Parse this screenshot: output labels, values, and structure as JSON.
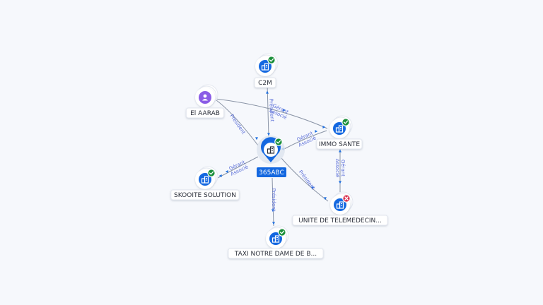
{
  "graph": {
    "center": {
      "label": "365ABC",
      "type": "company",
      "status": "active"
    },
    "nodes": [
      {
        "id": "c2m",
        "label": "C2M",
        "type": "company",
        "status": "active"
      },
      {
        "id": "elaarab",
        "label": "El AARAB",
        "type": "person",
        "status": "none"
      },
      {
        "id": "immo",
        "label": "IMMO SANTE",
        "type": "company",
        "status": "active"
      },
      {
        "id": "skooite",
        "label": "SKOOITE SOLUTION",
        "type": "company",
        "status": "active"
      },
      {
        "id": "unite",
        "label": "UNITE DE TELEMEDECIN...",
        "type": "company",
        "status": "closed"
      },
      {
        "id": "taxi",
        "label": "TAXI NOTRE DAME DE B...",
        "type": "company",
        "status": "active"
      }
    ],
    "edges": [
      {
        "from": "c2m",
        "to": "center",
        "labels": [
          "Président"
        ]
      },
      {
        "from": "elaarab",
        "to": "center",
        "labels": [
          "Président"
        ]
      },
      {
        "from": "elaarab",
        "to": "immo",
        "labels": [
          "Gérant",
          "Associé"
        ]
      },
      {
        "from": "immo",
        "to": "center",
        "labels": [
          "Gérant",
          "Associé"
        ]
      },
      {
        "from": "center",
        "to": "skooite",
        "labels": [
          "Gérant",
          "Associé"
        ]
      },
      {
        "from": "center",
        "to": "unite",
        "labels": [
          "Président"
        ]
      },
      {
        "from": "unite",
        "to": "immo",
        "labels": [
          "Gérant",
          "Associé"
        ]
      },
      {
        "from": "center",
        "to": "taxi",
        "labels": [
          "Président"
        ]
      }
    ]
  },
  "colors": {
    "background": "#f6f8fc",
    "company_icon": "#1468e0",
    "person_icon": "#8a5ce6",
    "active_badge": "#1a8f3a",
    "closed_badge": "#d9304f",
    "edge": "#8a94a6",
    "edge_label": "#5b6fd8",
    "center_label_bg": "#1468e0"
  },
  "icons": {
    "company": "building-icon",
    "person": "user-icon",
    "active": "check-badge-icon",
    "closed": "close-badge-icon",
    "center": "map-pin-icon"
  }
}
